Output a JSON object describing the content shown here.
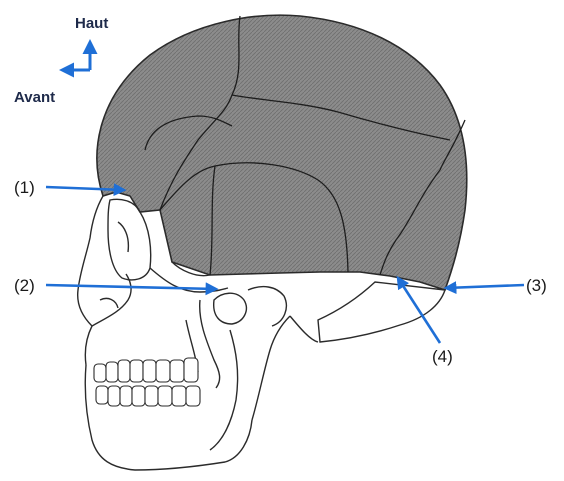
{
  "orientation": {
    "up_label": "Haut",
    "forward_label": "Avant",
    "arrow_color": "#1f6fd6"
  },
  "labels": {
    "l1": "(1)",
    "l2": "(2)",
    "l3": "(3)",
    "l4": "(4)"
  },
  "colors": {
    "pointer_arrow": "#1f6fd6",
    "vault_fill": "#8a8a8a",
    "outline": "#2b2b2b"
  }
}
